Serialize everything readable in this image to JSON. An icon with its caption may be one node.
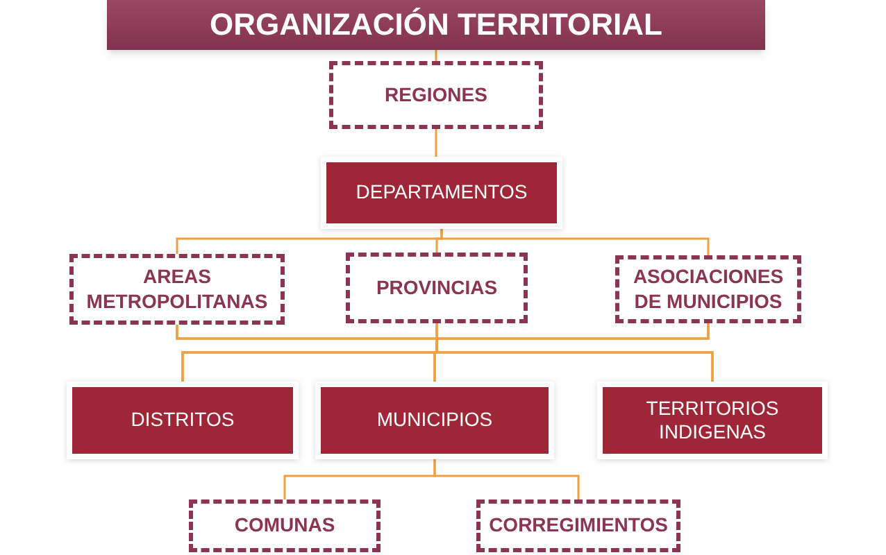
{
  "diagram": {
    "nodes": [
      {
        "text": [
          "ORGANIZACIÓN TERRITORIAL"
        ]
      },
      {
        "text": [
          "REGIONES"
        ]
      },
      {
        "text": [
          "DEPARTAMENTOS"
        ]
      },
      {
        "text": [
          "AREAS METROPOLITANAS"
        ]
      },
      {
        "text": [
          "PROVINCIAS"
        ]
      },
      {
        "text": [
          "ASOCIACIONES DE MUNICIPIOS"
        ]
      },
      {
        "text": [
          "DISTRITOS"
        ]
      },
      {
        "text": [
          "MUNICIPIOS"
        ]
      },
      {
        "text": [
          "TERRITORIOS INDIGENAS"
        ]
      },
      {
        "text": [
          "COMUNAS"
        ]
      },
      {
        "text": [
          "CORREGIMIENTOS"
        ]
      }
    ],
    "edges": [
      {
        "from": 0,
        "to": 1,
        "arrow": "none"
      },
      {
        "from": 1,
        "to": 2,
        "arrow": "none"
      },
      {
        "from": 2,
        "to": 3,
        "arrow": "none"
      },
      {
        "from": 2,
        "to": 4,
        "arrow": "none"
      },
      {
        "from": 2,
        "to": 5,
        "arrow": "none"
      },
      {
        "from": 3,
        "to": 6,
        "arrow": "none"
      },
      {
        "from": 3,
        "to": 7,
        "arrow": "none"
      },
      {
        "from": 3,
        "to": 8,
        "arrow": "none"
      },
      {
        "from": 4,
        "to": 6,
        "arrow": "none"
      },
      {
        "from": 4,
        "to": 7,
        "arrow": "none"
      },
      {
        "from": 4,
        "to": 8,
        "arrow": "none"
      },
      {
        "from": 5,
        "to": 6,
        "arrow": "none"
      },
      {
        "from": 5,
        "to": 7,
        "arrow": "none"
      },
      {
        "from": 5,
        "to": 8,
        "arrow": "none"
      },
      {
        "from": 7,
        "to": 9,
        "arrow": "none"
      },
      {
        "from": 7,
        "to": 10,
        "arrow": "none"
      }
    ]
  }
}
